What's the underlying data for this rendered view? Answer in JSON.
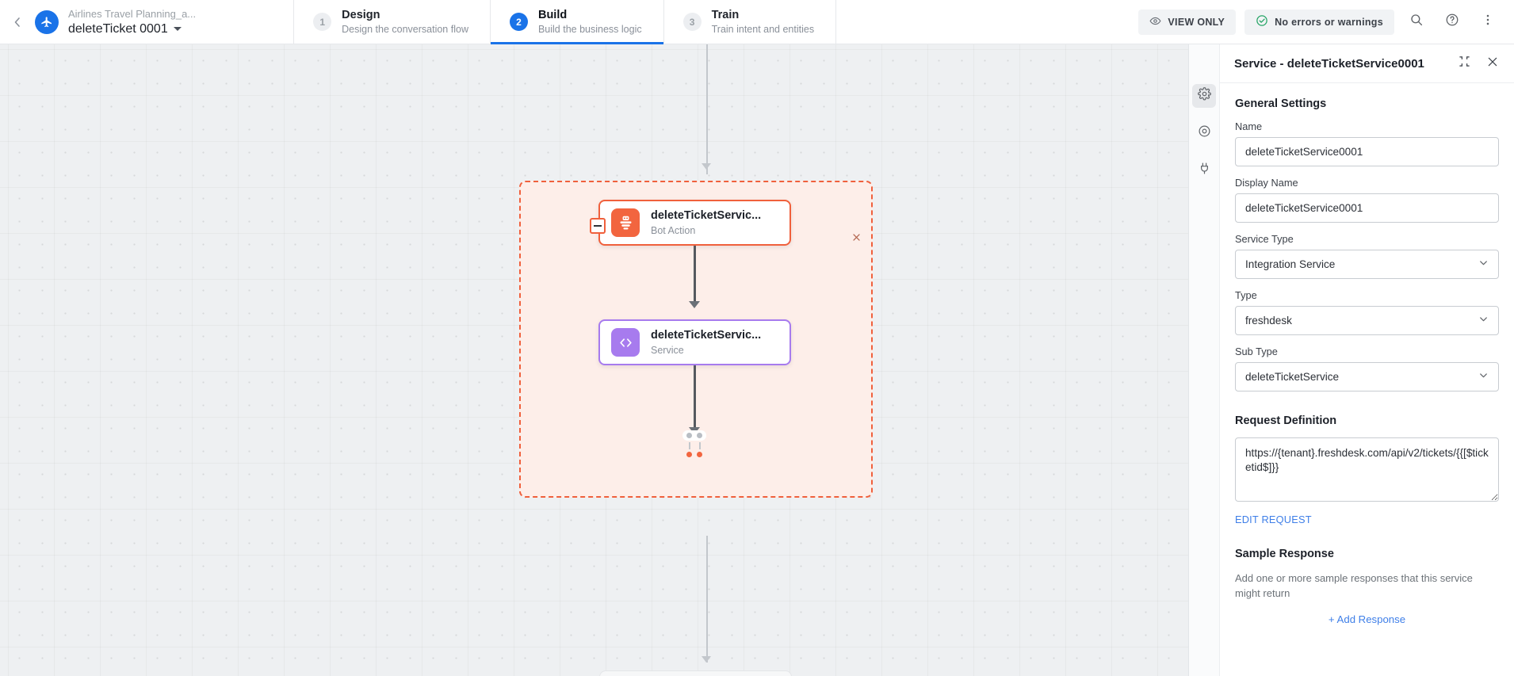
{
  "topbar": {
    "back_icon": "chevron-left-icon",
    "logo_icon": "app-logo-icon",
    "breadcrumb_project": "Airlines Travel Planning_a...",
    "breadcrumb_current": "deleteTicket 0001",
    "steps": [
      {
        "num": "1",
        "title": "Design",
        "desc": "Design the conversation flow",
        "active": false
      },
      {
        "num": "2",
        "title": "Build",
        "desc": "Build the business logic",
        "active": true
      },
      {
        "num": "3",
        "title": "Train",
        "desc": "Train intent and entities",
        "active": false
      }
    ],
    "view_only_label": "VIEW ONLY",
    "view_only_icon": "eye-icon",
    "status_label": "No errors or warnings",
    "status_icon": "check-circle-icon",
    "status_color": "#27a567",
    "search_icon": "search-icon",
    "help_icon": "help-circle-icon",
    "more_icon": "more-vertical-icon",
    "accent_color": "#1a73e8"
  },
  "canvas": {
    "group_close_icon": "close-icon",
    "group_border_color": "#f0603c",
    "group_fill_color": "#fdeee9",
    "collapse_toggle_icon": "minus-icon",
    "nodes": [
      {
        "title": "deleteTicketServic...",
        "subtitle": "Bot Action",
        "icon": "robot-icon",
        "color": "#f2653f"
      },
      {
        "title": "deleteTicketServic...",
        "subtitle": "Service",
        "icon": "code-icon",
        "color": "#a77bee"
      }
    ]
  },
  "panel": {
    "rail": [
      {
        "icon": "gear-icon",
        "name": "settings",
        "active": true
      },
      {
        "icon": "target-circle-icon",
        "name": "connections",
        "active": false
      },
      {
        "icon": "plug-icon",
        "name": "integrations",
        "active": false
      }
    ],
    "header_icon": "code-icon",
    "header_icon_color": "#a77bee",
    "title": "Service - deleteTicketService0001",
    "collapse_icon": "collapse-icon",
    "close_icon": "close-icon",
    "general_settings_title": "General Settings",
    "fields": {
      "name_label": "Name",
      "name_value": "deleteTicketService0001",
      "display_name_label": "Display Name",
      "display_name_value": "deleteTicketService0001",
      "service_type_label": "Service Type",
      "service_type_value": "Integration Service",
      "type_label": "Type",
      "type_value": "freshdesk",
      "sub_type_label": "Sub Type",
      "sub_type_value": "deleteTicketService"
    },
    "request_definition_title": "Request Definition",
    "request_url": "https://{tenant}.freshdesk.com/api/v2/tickets/{{[$ticketid$]}}",
    "edit_request_label": "EDIT REQUEST",
    "sample_response_title": "Sample Response",
    "sample_response_desc": "Add one or more sample responses that this service might return",
    "add_response_label": "+ Add Response",
    "link_color": "#3f7fe8"
  }
}
